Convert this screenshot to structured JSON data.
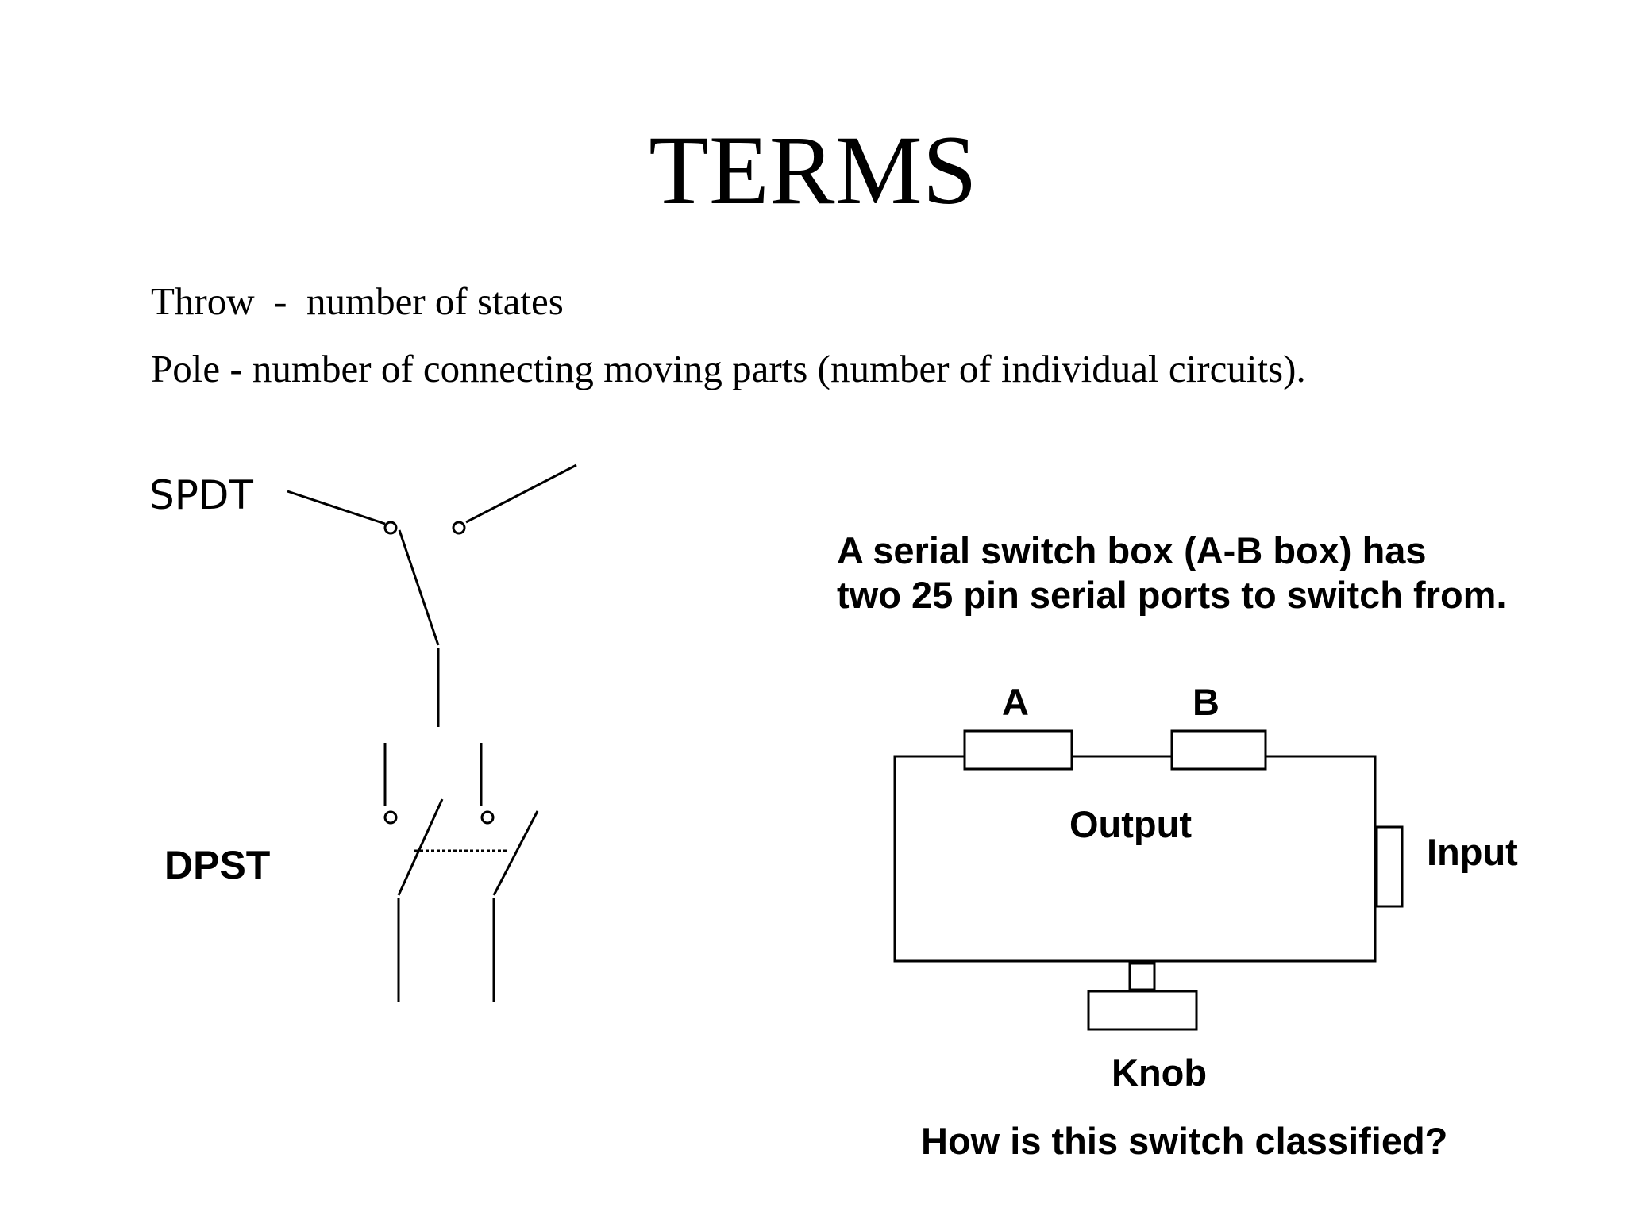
{
  "slide": {
    "title": "TERMS",
    "definitions": {
      "throw": "Throw  -  number of states",
      "pole": "Pole - number of connecting moving parts (number of individual circuits)."
    },
    "spdt_label": "SPDT",
    "dpst_label": "DPST",
    "description_line1": "A serial switch box (A-B box) has",
    "description_line2": "two 25 pin serial ports to switch from.",
    "box": {
      "port_a": "A",
      "port_b": "B",
      "output": "Output",
      "input": "Input",
      "knob": "Knob"
    },
    "question": "How is this switch classified?"
  }
}
